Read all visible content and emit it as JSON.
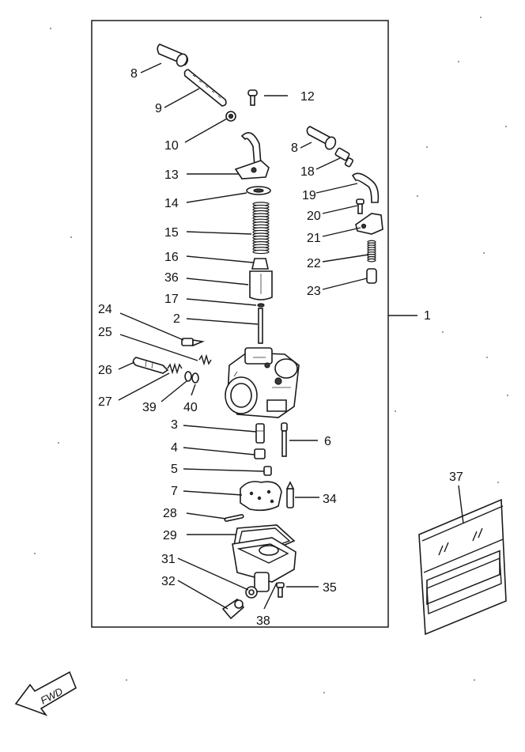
{
  "callouts": [
    {
      "id": "c1",
      "text": "1"
    },
    {
      "id": "c2",
      "text": "2"
    },
    {
      "id": "c3",
      "text": "3"
    },
    {
      "id": "c4",
      "text": "4"
    },
    {
      "id": "c5",
      "text": "5"
    },
    {
      "id": "c6",
      "text": "6"
    },
    {
      "id": "c7",
      "text": "7"
    },
    {
      "id": "c8a",
      "text": "8"
    },
    {
      "id": "c8b",
      "text": "8"
    },
    {
      "id": "c9",
      "text": "9"
    },
    {
      "id": "c10",
      "text": "10"
    },
    {
      "id": "c12",
      "text": "12"
    },
    {
      "id": "c13",
      "text": "13"
    },
    {
      "id": "c14",
      "text": "14"
    },
    {
      "id": "c15",
      "text": "15"
    },
    {
      "id": "c16",
      "text": "16"
    },
    {
      "id": "c17",
      "text": "17"
    },
    {
      "id": "c18",
      "text": "18"
    },
    {
      "id": "c19",
      "text": "19"
    },
    {
      "id": "c20",
      "text": "20"
    },
    {
      "id": "c21",
      "text": "21"
    },
    {
      "id": "c22",
      "text": "22"
    },
    {
      "id": "c23",
      "text": "23"
    },
    {
      "id": "c24",
      "text": "24"
    },
    {
      "id": "c25",
      "text": "25"
    },
    {
      "id": "c26",
      "text": "26"
    },
    {
      "id": "c27",
      "text": "27"
    },
    {
      "id": "c28",
      "text": "28"
    },
    {
      "id": "c29",
      "text": "29"
    },
    {
      "id": "c31",
      "text": "31"
    },
    {
      "id": "c32",
      "text": "32"
    },
    {
      "id": "c34",
      "text": "34"
    },
    {
      "id": "c35",
      "text": "35"
    },
    {
      "id": "c36",
      "text": "36"
    },
    {
      "id": "c37",
      "text": "37"
    },
    {
      "id": "c38",
      "text": "38"
    },
    {
      "id": "c39",
      "text": "39"
    },
    {
      "id": "c40",
      "text": "40"
    }
  ],
  "fwd_arrow": {
    "label": "FWD"
  }
}
